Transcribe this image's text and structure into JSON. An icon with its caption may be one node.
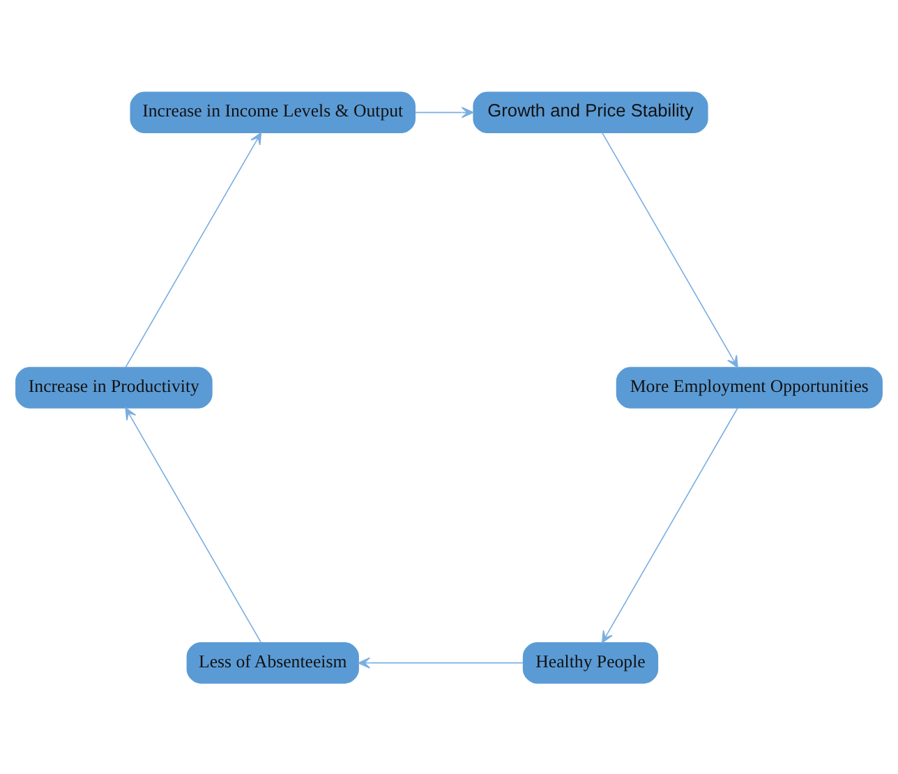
{
  "diagram": {
    "nodes": [
      {
        "text": [
          "Healthy People"
        ]
      },
      {
        "text": [
          "Less of Absenteeism"
        ]
      },
      {
        "text": [
          "Increase in Productivity"
        ]
      },
      {
        "text": [
          "Increase in Income Levels & Output"
        ]
      },
      {
        "text": [
          "Growth and Price Stability"
        ]
      },
      {
        "text": [
          "More Employment Opportunities"
        ]
      }
    ],
    "edges": [
      {
        "from": 0,
        "to": 1,
        "arrow": "to"
      },
      {
        "from": 1,
        "to": 2,
        "arrow": "to"
      },
      {
        "from": 2,
        "to": 3,
        "arrow": "to"
      },
      {
        "from": 3,
        "to": 4,
        "arrow": "to"
      },
      {
        "from": 4,
        "to": 5,
        "arrow": "to"
      },
      {
        "from": 5,
        "to": 0,
        "arrow": "to"
      }
    ]
  }
}
